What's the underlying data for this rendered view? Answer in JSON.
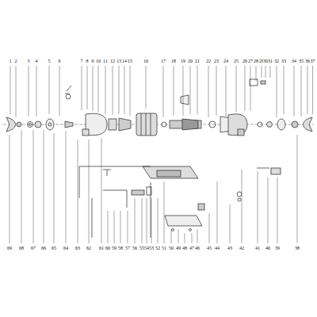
{
  "diagram": {
    "labels": [
      "1",
      "2",
      "3",
      "4",
      "5",
      "6",
      "7",
      "8",
      "9",
      "10",
      "11",
      "12",
      "13",
      "14",
      "15",
      "16",
      "17",
      "18",
      "19",
      "20",
      "21",
      "22",
      "23",
      "24",
      "25",
      "26",
      "27",
      "28",
      "29",
      "30",
      "31",
      "32",
      "33",
      "34",
      "35",
      "36",
      "37",
      "69",
      "68",
      "67",
      "66",
      "65",
      "64",
      "63",
      "62",
      "61",
      "60",
      "59",
      "58",
      "57",
      "56",
      "55",
      "54",
      "53",
      "52",
      "51",
      "50",
      "49",
      "48",
      "47",
      "46",
      "45",
      "44",
      "43",
      "42",
      "41",
      "40",
      "39",
      "38"
    ]
  }
}
